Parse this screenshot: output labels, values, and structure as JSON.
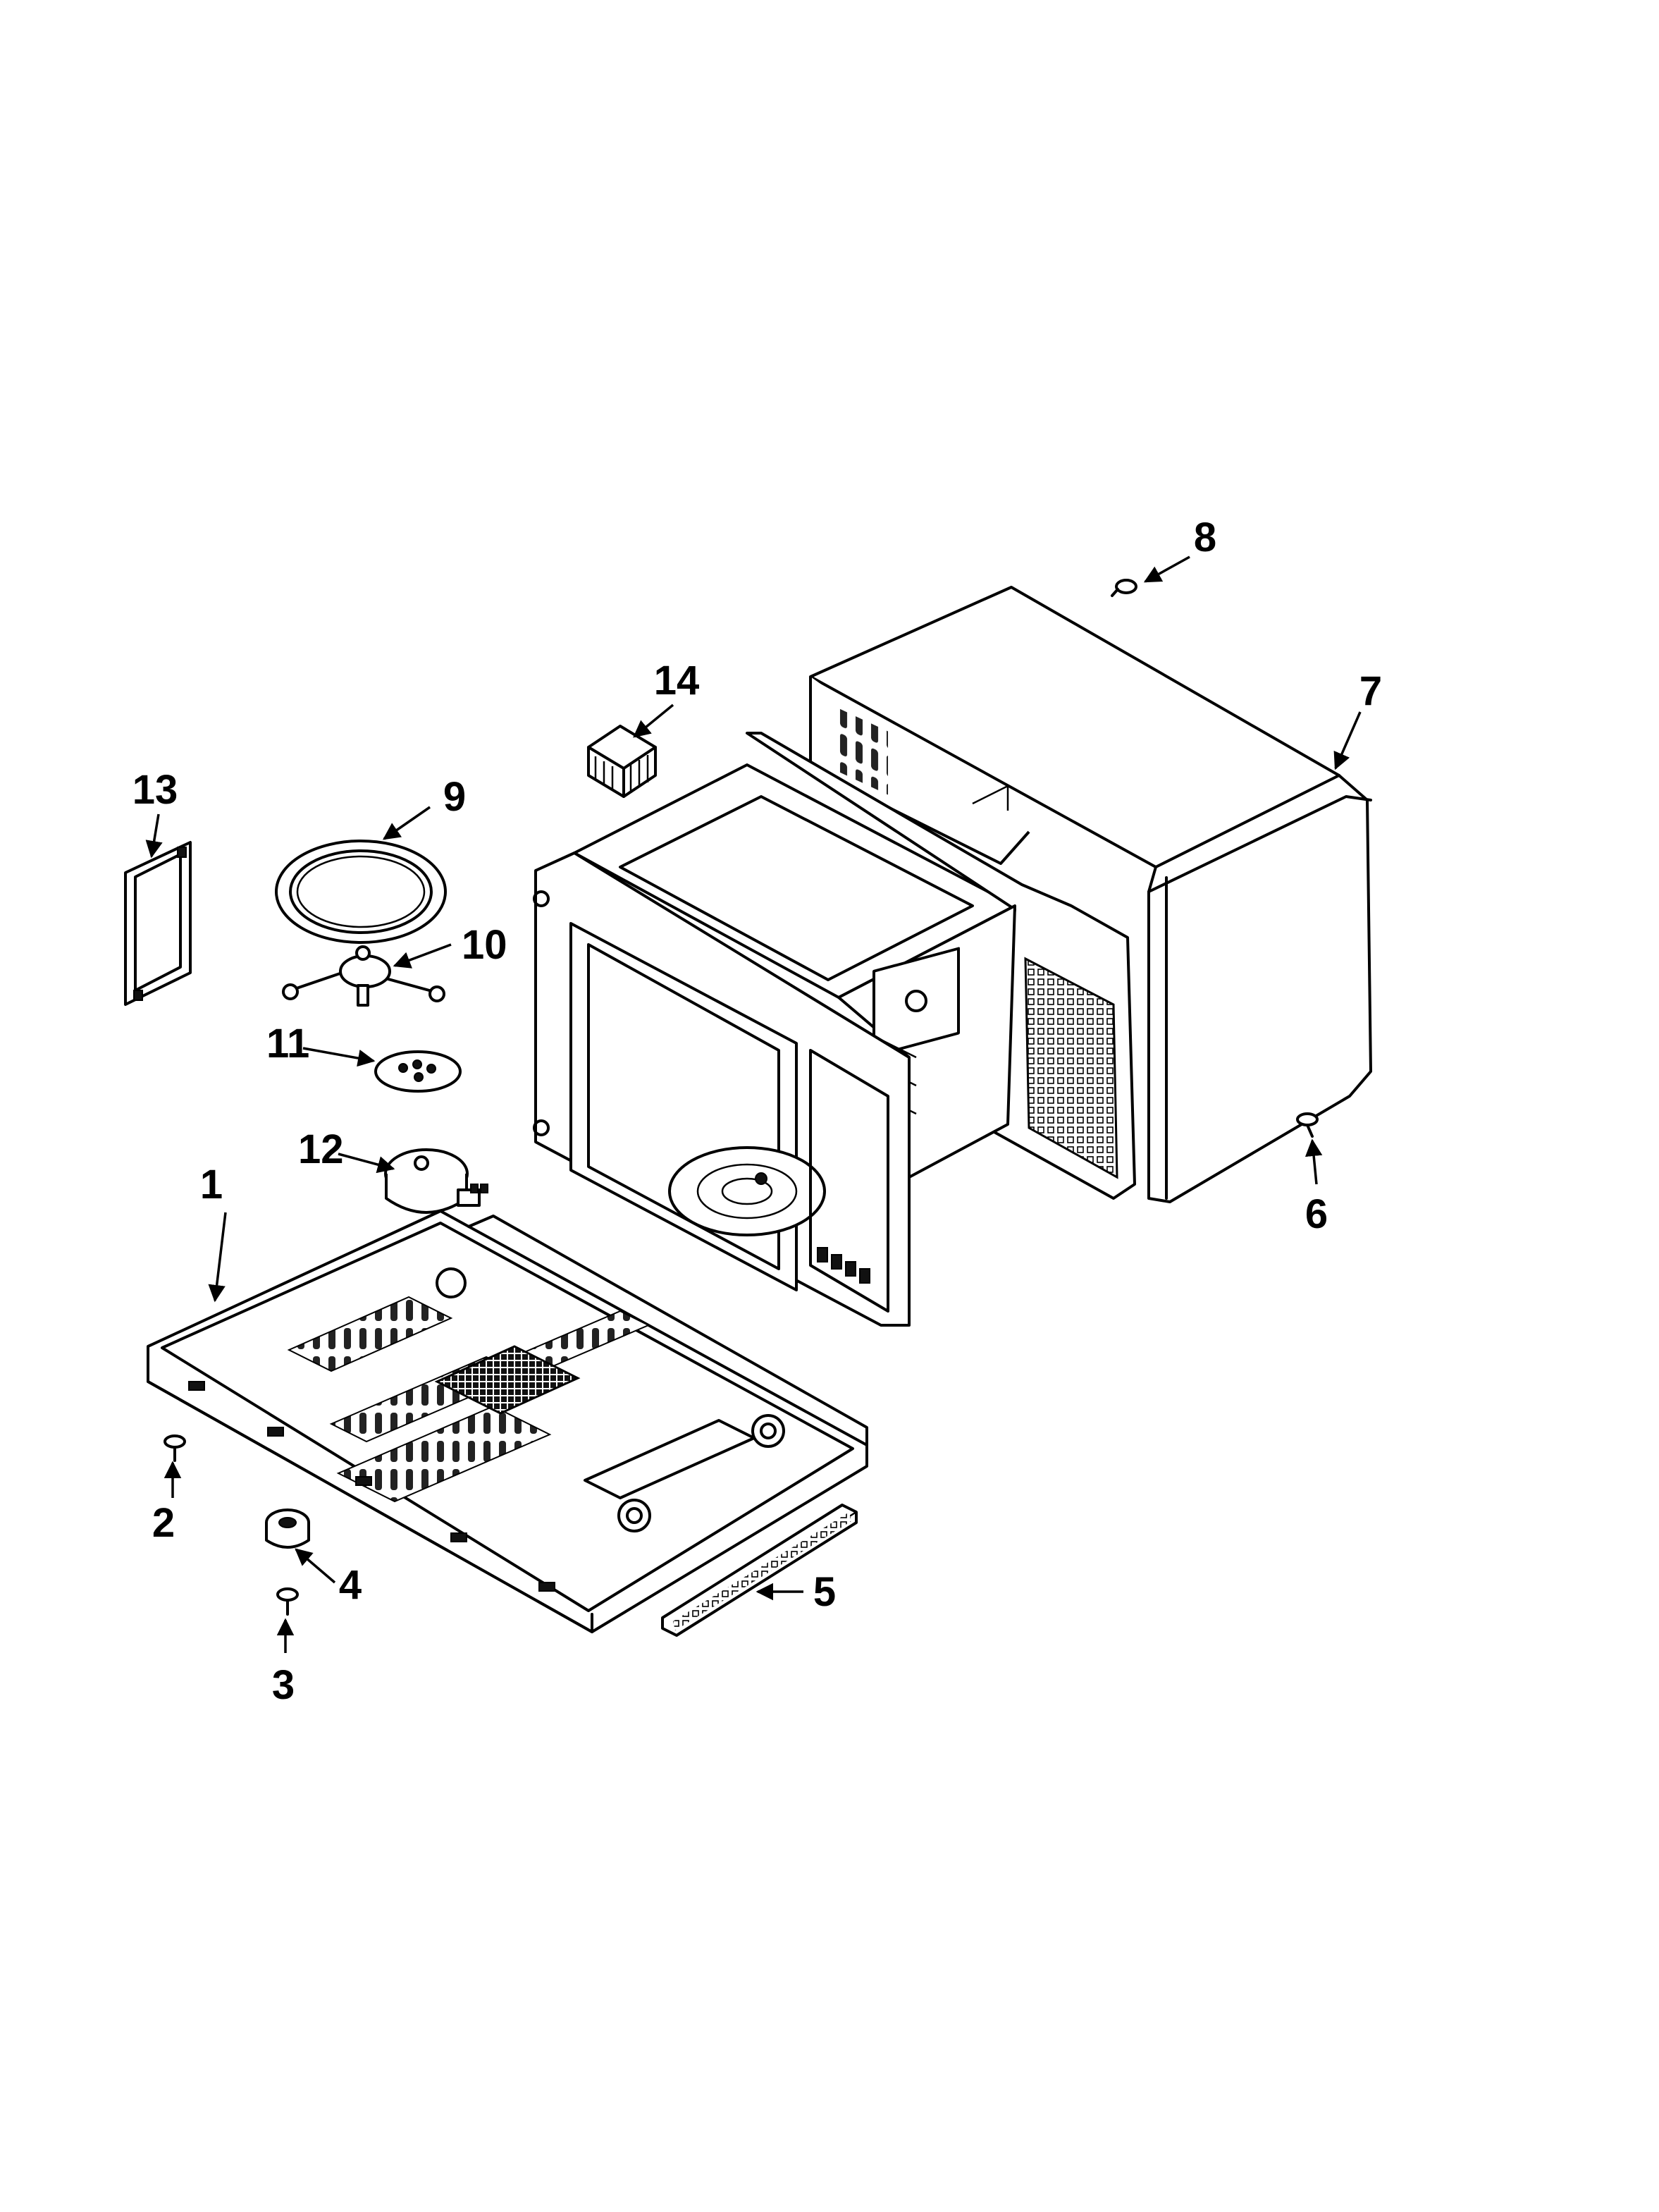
{
  "diagram": {
    "callouts": [
      "1",
      "2",
      "3",
      "4",
      "5",
      "6",
      "7",
      "8",
      "9",
      "10",
      "11",
      "12",
      "13",
      "14"
    ],
    "colors": {
      "line": "#000000",
      "background": "#ffffff"
    }
  }
}
